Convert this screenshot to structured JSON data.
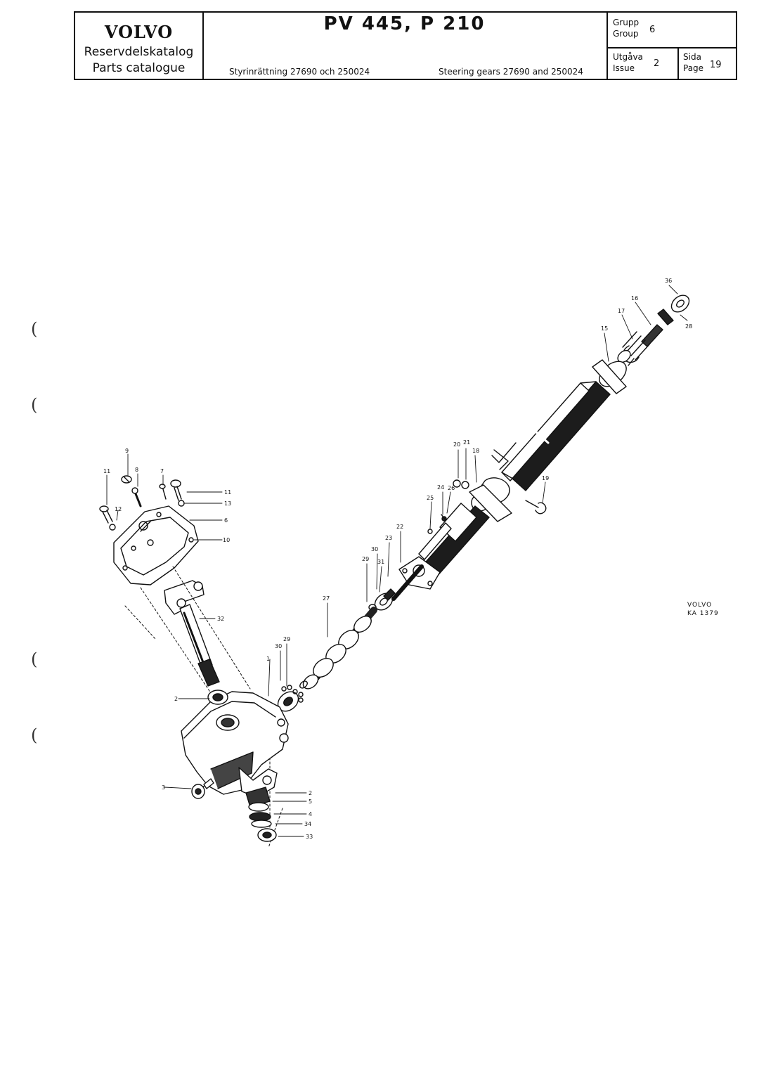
{
  "header": {
    "brand": "VOLVO",
    "catalogue_sv": "Reservdelskatalog",
    "catalogue_en": "Parts catalogue",
    "model": "PV 445, P 210",
    "subtitle_sv": "Styrinrättning 27690 och 250024",
    "subtitle_en": "Steering gears 27690 and 250024",
    "group_label_sv": "Grupp",
    "group_label_en": "Group",
    "group_value": "6",
    "issue_label_sv": "Utgåva",
    "issue_label_en": "Issue",
    "issue_value": "2",
    "page_label_sv": "Sida",
    "page_label_en": "Page",
    "page_value": "19"
  },
  "figure": {
    "code_line1": "VOLVO",
    "code_line2": "KA 1379"
  },
  "callouts": {
    "c36": "36",
    "c16": "16",
    "c17": "17",
    "c15": "15",
    "c28": "28",
    "c20": "20",
    "c21": "21",
    "c18": "18",
    "c19": "19",
    "c24": "24",
    "c26": "26",
    "c25": "25",
    "c22": "22",
    "c23": "23",
    "c30a": "30",
    "c31": "31",
    "c29a": "29",
    "c27": "27",
    "c29b": "29",
    "c30b": "30",
    "c1": "1",
    "c9": "9",
    "c8": "8",
    "c7": "7",
    "c11a": "11",
    "c11b": "11",
    "c12": "12",
    "c13": "13",
    "c6": "6",
    "c10": "10",
    "c32": "32",
    "c2a": "2",
    "c3": "3",
    "c2b": "2",
    "c5": "5",
    "c4": "4",
    "c34": "34",
    "c33": "33"
  },
  "binding_marks": [
    "(",
    "(",
    "(",
    "("
  ]
}
